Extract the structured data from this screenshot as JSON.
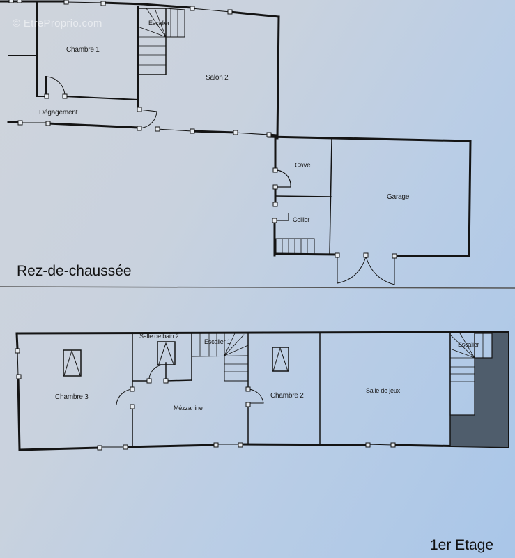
{
  "watermark": "© EtreProprio.com",
  "colors": {
    "wall": "#141414",
    "background": "#c9d2de",
    "dark_fill": "#4f5d6c",
    "text": "#1a1a1a"
  },
  "ground_floor": {
    "title": "Rez-de-chaussée",
    "rooms": [
      {
        "name": "Escalier"
      },
      {
        "name": "Chambre 1"
      },
      {
        "name": "Salon 2"
      },
      {
        "name": "Dégagement"
      },
      {
        "name": "Cave"
      },
      {
        "name": "Cellier"
      },
      {
        "name": "Garage"
      }
    ]
  },
  "first_floor": {
    "title": "1er Etage",
    "rooms": [
      {
        "name": "Salle de bain 2"
      },
      {
        "name": "Escalier 1"
      },
      {
        "name": "Chambre 3"
      },
      {
        "name": "Mézzanine"
      },
      {
        "name": "Chambre 2"
      },
      {
        "name": "Salle de jeux"
      },
      {
        "name": "Escalier"
      }
    ]
  }
}
